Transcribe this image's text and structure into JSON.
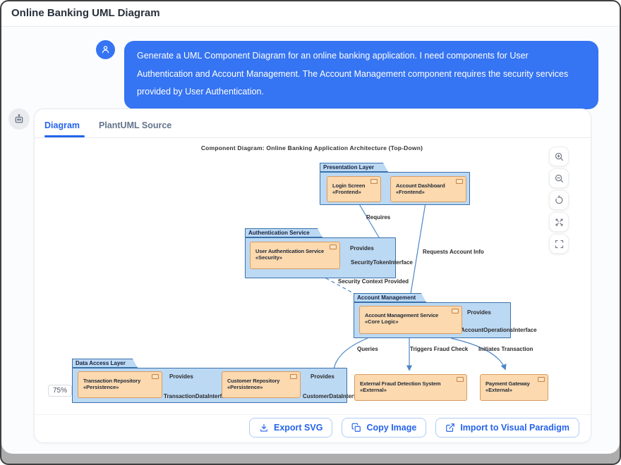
{
  "window": {
    "title": "Online Banking UML Diagram"
  },
  "chat": {
    "user_message": "Generate a UML Component Diagram for an online banking application. I need components for User Authentication and Account Management. The Account Management component requires the security services provided by User Authentication."
  },
  "panel": {
    "tabs": [
      {
        "label": "Diagram",
        "active": true
      },
      {
        "label": "PlantUML Source",
        "active": false
      }
    ],
    "zoom_level": "75%"
  },
  "toolbar": {
    "export_svg": "Export SVG",
    "copy_image": "Copy Image",
    "import_vp": "Import to Visual Paradigm"
  },
  "diagram": {
    "title": "Component Diagram: Online Banking Application Architecture (Top-Down)",
    "packages": [
      {
        "name": "Presentation Layer"
      },
      {
        "name": "Authentication Service"
      },
      {
        "name": "Account Management"
      },
      {
        "name": "Data Access Layer"
      }
    ],
    "components": [
      {
        "name": "Login Screen",
        "stereotype": "«Frontend»"
      },
      {
        "name": "Account Dashboard",
        "stereotype": "«Frontend»"
      },
      {
        "name": "User Authentication Service",
        "stereotype": "«Security»"
      },
      {
        "name": "Account Management Service",
        "stereotype": "«Core Logic»"
      },
      {
        "name": "Transaction Repository",
        "stereotype": "«Persistence»"
      },
      {
        "name": "Customer Repository",
        "stereotype": "«Persistence»"
      },
      {
        "name": "External Fraud Detection System",
        "stereotype": "«External»"
      },
      {
        "name": "Payment Gateway",
        "stereotype": "«External»"
      }
    ],
    "interfaces": [
      {
        "label": "Provides",
        "name": "SecurityTokenInterface"
      },
      {
        "label": "Provides",
        "name": "AccountOperationsInterface"
      },
      {
        "label": "Provides",
        "name": "TransactionDataInterface"
      },
      {
        "label": "Provides",
        "name": "CustomerDataInterface"
      }
    ],
    "edges": [
      {
        "label": "Requires"
      },
      {
        "label": "Requests Account Info"
      },
      {
        "label": "Security Context Provided"
      },
      {
        "label": "Queries"
      },
      {
        "label": "Triggers Fraud Check"
      },
      {
        "label": "Initiates Transaction"
      }
    ],
    "colors": {
      "package_fill": "#BCD9F4",
      "package_border": "#3A71A8",
      "component_fill": "#FCD9AE",
      "component_border": "#D89C62",
      "edge_blue": "#4C86C8",
      "interface_fill": "#F8E8A2",
      "interface_stroke": "#97874B",
      "accent_blue": "#2563EB",
      "bubble_blue": "#3574F2"
    }
  }
}
